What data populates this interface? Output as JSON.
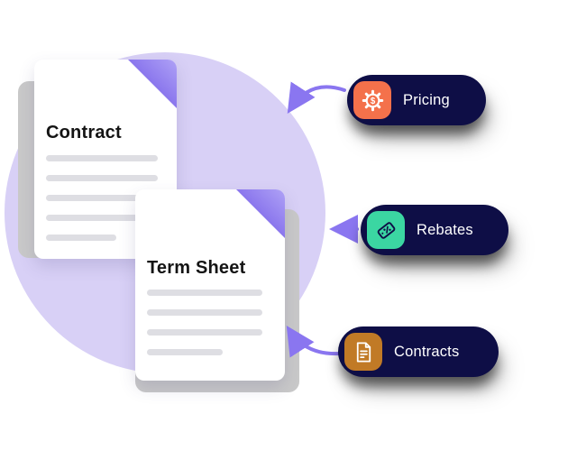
{
  "illustration": {
    "documents": [
      {
        "title": "Contract"
      },
      {
        "title": "Term Sheet"
      }
    ]
  },
  "badges": [
    {
      "label": "Pricing",
      "icon": "gear-dollar-icon",
      "icon_bg": "#F4714B"
    },
    {
      "label": "Rebates",
      "icon": "discount-tag-icon",
      "icon_bg": "#3BD6A2"
    },
    {
      "label": "Contracts",
      "icon": "contract-document-icon",
      "icon_bg": "#C17A26"
    }
  ],
  "colors": {
    "background": "#FFFFFF",
    "circle": "#D8D0F6",
    "pill_bg": "#0E0E46",
    "pill_text": "#FFFFFF",
    "arrow": "#8A76F0",
    "fold_purple": "#7A63E9",
    "backing_card": "#C9C9C9",
    "doc_text_line": "#DEDEE3"
  }
}
